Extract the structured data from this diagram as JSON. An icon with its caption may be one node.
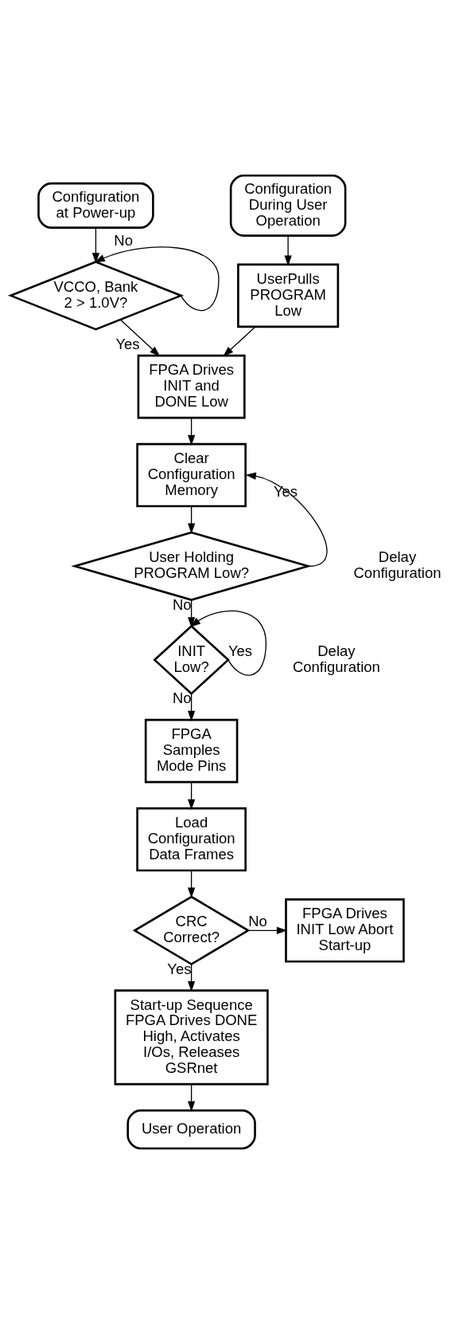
{
  "diagram": {
    "nodes": [
      {
        "text": [
          "Configuration at Power-up"
        ]
      },
      {
        "text": [
          "Configuration During User Operation"
        ]
      },
      {
        "text": [
          "VCCO, Bank 2 > 1.0V?"
        ]
      },
      {
        "text": [
          "UserPulls PROGRAM Low"
        ]
      },
      {
        "text": [
          "FPGA Drives INIT and DONE Low"
        ]
      },
      {
        "text": [
          "Clear Configuration Memory"
        ]
      },
      {
        "text": [
          "User Holding PROGRAM Low?"
        ]
      },
      {
        "text": [
          "INIT Low?"
        ]
      },
      {
        "text": [
          "FPGA Samples Mode Pins"
        ]
      },
      {
        "text": [
          "Load Configuration Data Frames"
        ]
      },
      {
        "text": [
          "CRC Correct?"
        ]
      },
      {
        "text": [
          "FPGA Drives INIT Low Abort Start-up"
        ]
      },
      {
        "text": [
          "Start-up Sequence FPGA Drives DONE High, Activates I/Os, Releases GSRnet"
        ]
      },
      {
        "text": [
          "User Operation"
        ]
      }
    ],
    "edges": [
      {
        "from": 0,
        "to": 2,
        "arrow": "to"
      },
      {
        "from": 2,
        "to": 2,
        "arrow": "to",
        "label": "No"
      },
      {
        "from": 2,
        "to": 4,
        "arrow": "to",
        "label": "Yes"
      },
      {
        "from": 1,
        "to": 3,
        "arrow": "to"
      },
      {
        "from": 3,
        "to": 4,
        "arrow": "to"
      },
      {
        "from": 4,
        "to": 5,
        "arrow": "to"
      },
      {
        "from": 5,
        "to": 6,
        "arrow": "to"
      },
      {
        "from": 6,
        "to": 5,
        "arrow": "to",
        "label": "Yes"
      },
      {
        "from": 6,
        "to": 7,
        "arrow": "to",
        "label": "No"
      },
      {
        "from": 7,
        "to": 7,
        "arrow": "to",
        "label": "Yes"
      },
      {
        "from": 7,
        "to": 8,
        "arrow": "to",
        "label": "No"
      },
      {
        "from": 8,
        "to": 9,
        "arrow": "to"
      },
      {
        "from": 9,
        "to": 10,
        "arrow": "to"
      },
      {
        "from": 10,
        "to": 11,
        "arrow": "to",
        "label": "No"
      },
      {
        "from": 10,
        "to": 12,
        "arrow": "to",
        "label": "Yes"
      },
      {
        "from": 12,
        "to": 13,
        "arrow": "to"
      }
    ],
    "labels": [
      "Delay Configuration",
      "Delay Configuration"
    ]
  }
}
